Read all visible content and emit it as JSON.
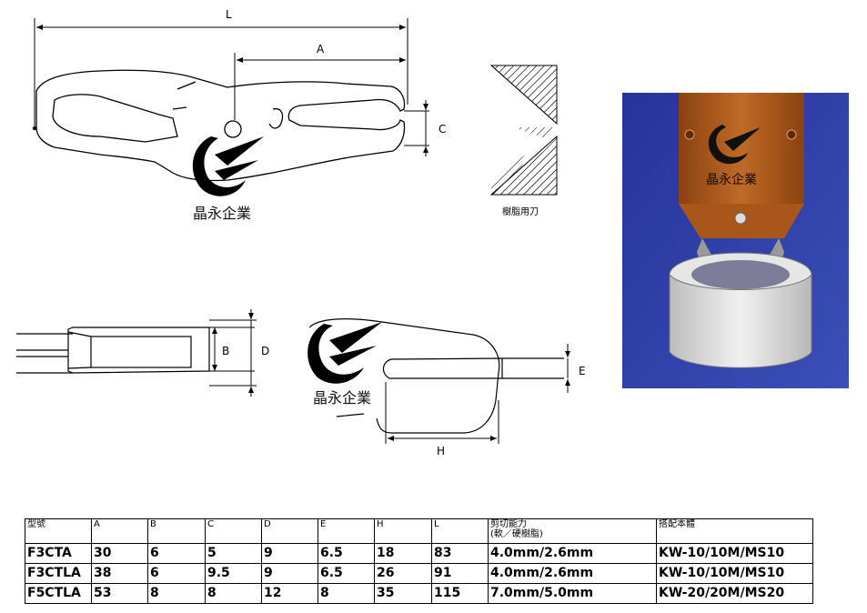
{
  "drawing": {
    "dim_L": "L",
    "dim_A": "A",
    "dim_B": "B",
    "dim_C": "C",
    "dim_D": "D",
    "dim_E": "E",
    "dim_H": "H",
    "blade_caption": "樹脂用刀",
    "brand_top": "晶永企業",
    "brand_bottom": "晶永企業"
  },
  "photo": {
    "brand": "晶永企業",
    "colors": {
      "body": "#b05a1c",
      "background": "#1f2a8a",
      "ring": "#d8d8d8"
    }
  },
  "table": {
    "headers": [
      "型號",
      "A",
      "B",
      "C",
      "D",
      "E",
      "H",
      "L",
      "剪切能力",
      "搭配本體"
    ],
    "header_sub": "(軟／硬樹脂)",
    "rows": [
      [
        "F3CTA",
        "30",
        "6",
        "5",
        "9",
        "6.5",
        "18",
        "83",
        "4.0mm/2.6mm",
        "KW-10/10M/MS10"
      ],
      [
        "F3CTLA",
        "38",
        "6",
        "9.5",
        "9",
        "6.5",
        "26",
        "91",
        "4.0mm/2.6mm",
        "KW-10/10M/MS10"
      ],
      [
        "F5CTLA",
        "53",
        "8",
        "8",
        "12",
        "8",
        "35",
        "115",
        "7.0mm/5.0mm",
        "KW-20/20M/MS20"
      ]
    ]
  }
}
